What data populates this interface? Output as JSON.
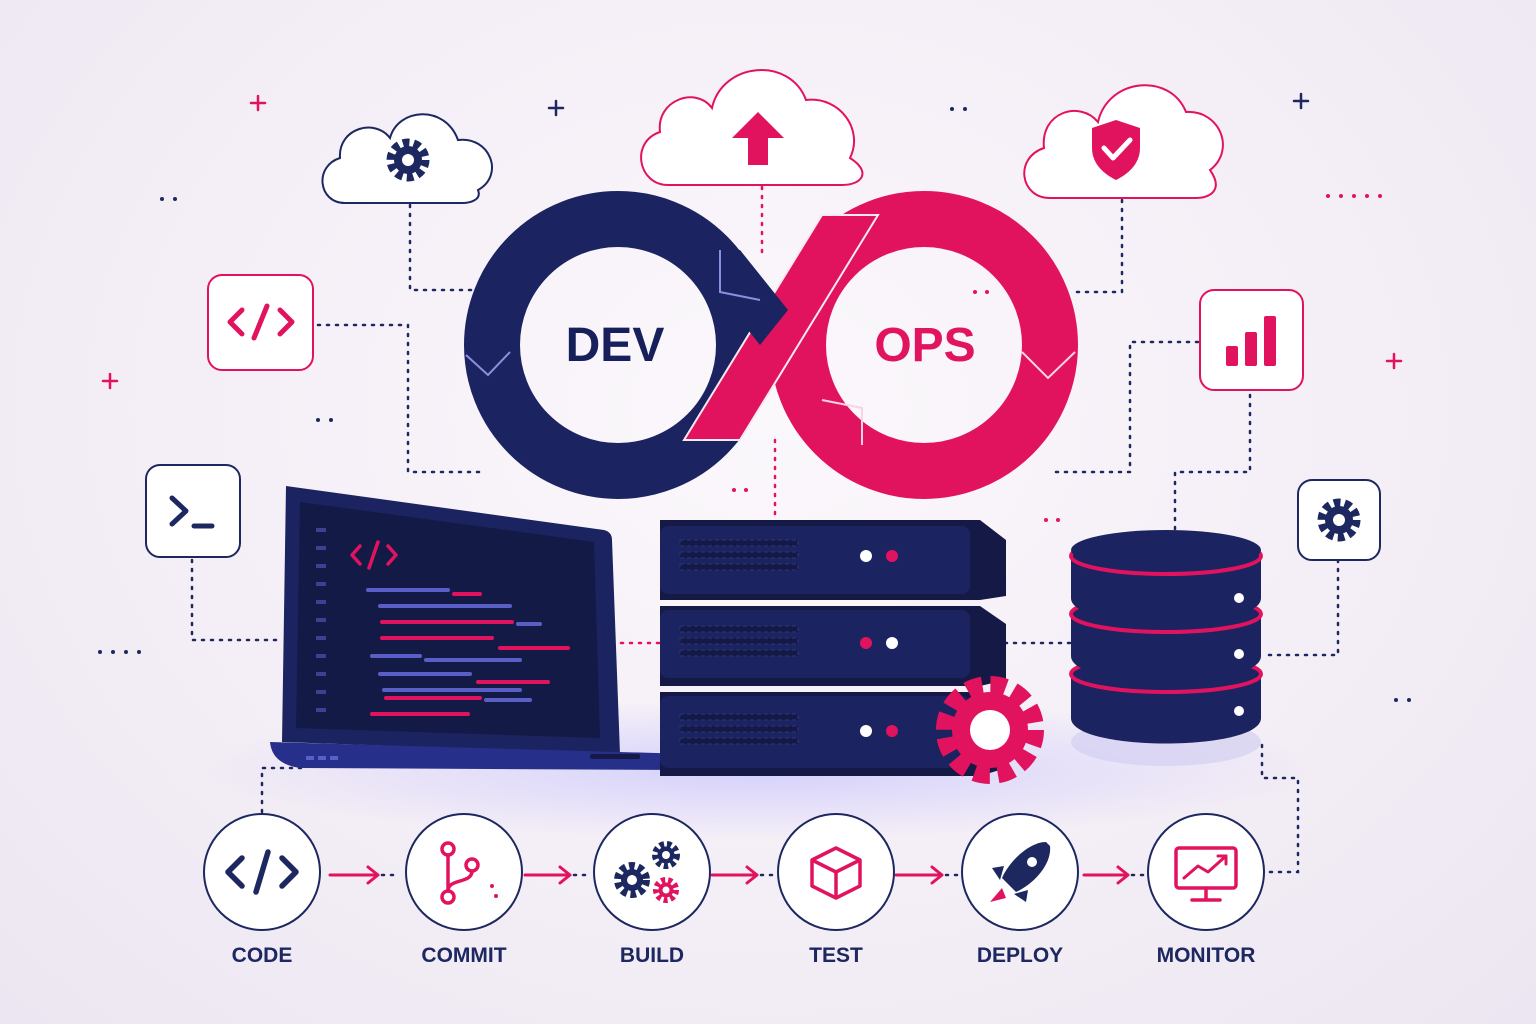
{
  "logo": {
    "left_text": "DEV",
    "right_text": "OPS"
  },
  "colors": {
    "navy": "#1b2360",
    "navy_dark": "#141a45",
    "pink": "#e2135e",
    "outline": "#1d2760",
    "bg": "#f5f0f7"
  },
  "clouds": [
    {
      "icon": "gear-icon"
    },
    {
      "icon": "upload-arrow-icon"
    },
    {
      "icon": "shield-check-icon"
    }
  ],
  "side_icons": [
    {
      "icon": "code-brackets-icon"
    },
    {
      "icon": "terminal-icon"
    },
    {
      "icon": "bar-chart-icon"
    },
    {
      "icon": "gear-icon"
    }
  ],
  "pipeline": [
    {
      "label": "CODE",
      "icon": "code-brackets-icon"
    },
    {
      "label": "COMMIT",
      "icon": "git-branch-icon"
    },
    {
      "label": "BUILD",
      "icon": "gears-icon"
    },
    {
      "label": "TEST",
      "icon": "cube-icon"
    },
    {
      "label": "DEPLOY",
      "icon": "rocket-icon"
    },
    {
      "label": "MONITOR",
      "icon": "monitor-chart-icon"
    }
  ]
}
